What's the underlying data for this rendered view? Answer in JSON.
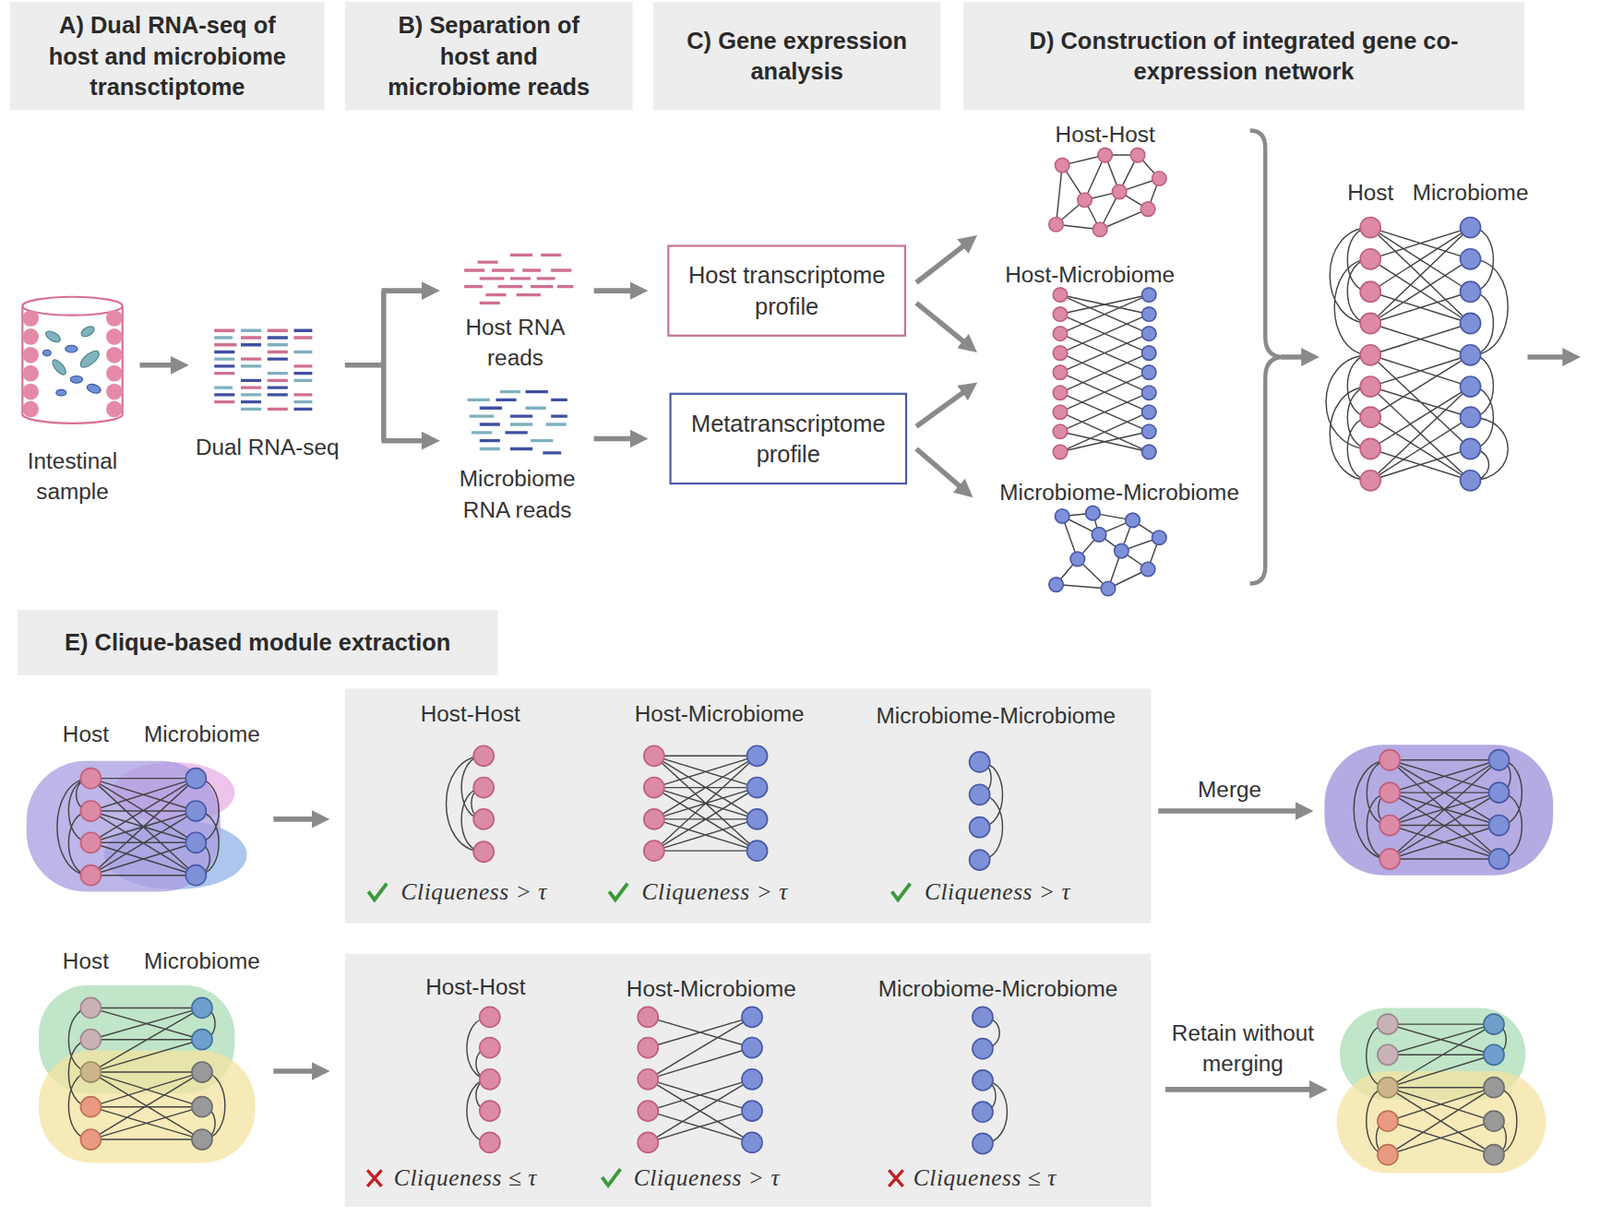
{
  "diagram": {
    "nodes": [
      {
        "text": [
          "A) Dual RNA-seq of host and microbiome transctiptome"
        ]
      },
      {
        "text": [
          "B) Separation of host and microbiome reads"
        ]
      },
      {
        "text": [
          "C) Gene expression analysis"
        ]
      },
      {
        "text": [
          "D) Construction of integrated gene co-expression network"
        ]
      },
      {
        "text": [
          "Host transcriptome profile"
        ]
      },
      {
        "text": [
          "Metatranscriptome profile"
        ]
      },
      {
        "text": [
          "E) Clique-based module extraction"
        ]
      },
      {
        "text": [
          "Host-Host",
          "Host-Microbiome",
          "Microbiome-Microbiome",
          "Cliqueness > τ",
          "Cliqueness > τ",
          "Cliqueness > τ"
        ]
      },
      {
        "text": [
          "Host-Host",
          "Host-Microbiome",
          "Microbiome-Microbiome",
          "Cliqueness ≤ τ",
          "Cliqueness > τ",
          "Cliqueness ≤ τ"
        ]
      }
    ],
    "labels": [
      "Intestinal sample",
      "Dual RNA-seq",
      "Host RNA reads",
      "Microbiome RNA reads",
      "Host-Host",
      "Host-Microbiome",
      "Microbiome-Microbiome",
      "Host",
      "Microbiome",
      "Host",
      "Microbiome",
      "Merge",
      "Host",
      "Microbiome",
      "Retain without merging"
    ]
  }
}
